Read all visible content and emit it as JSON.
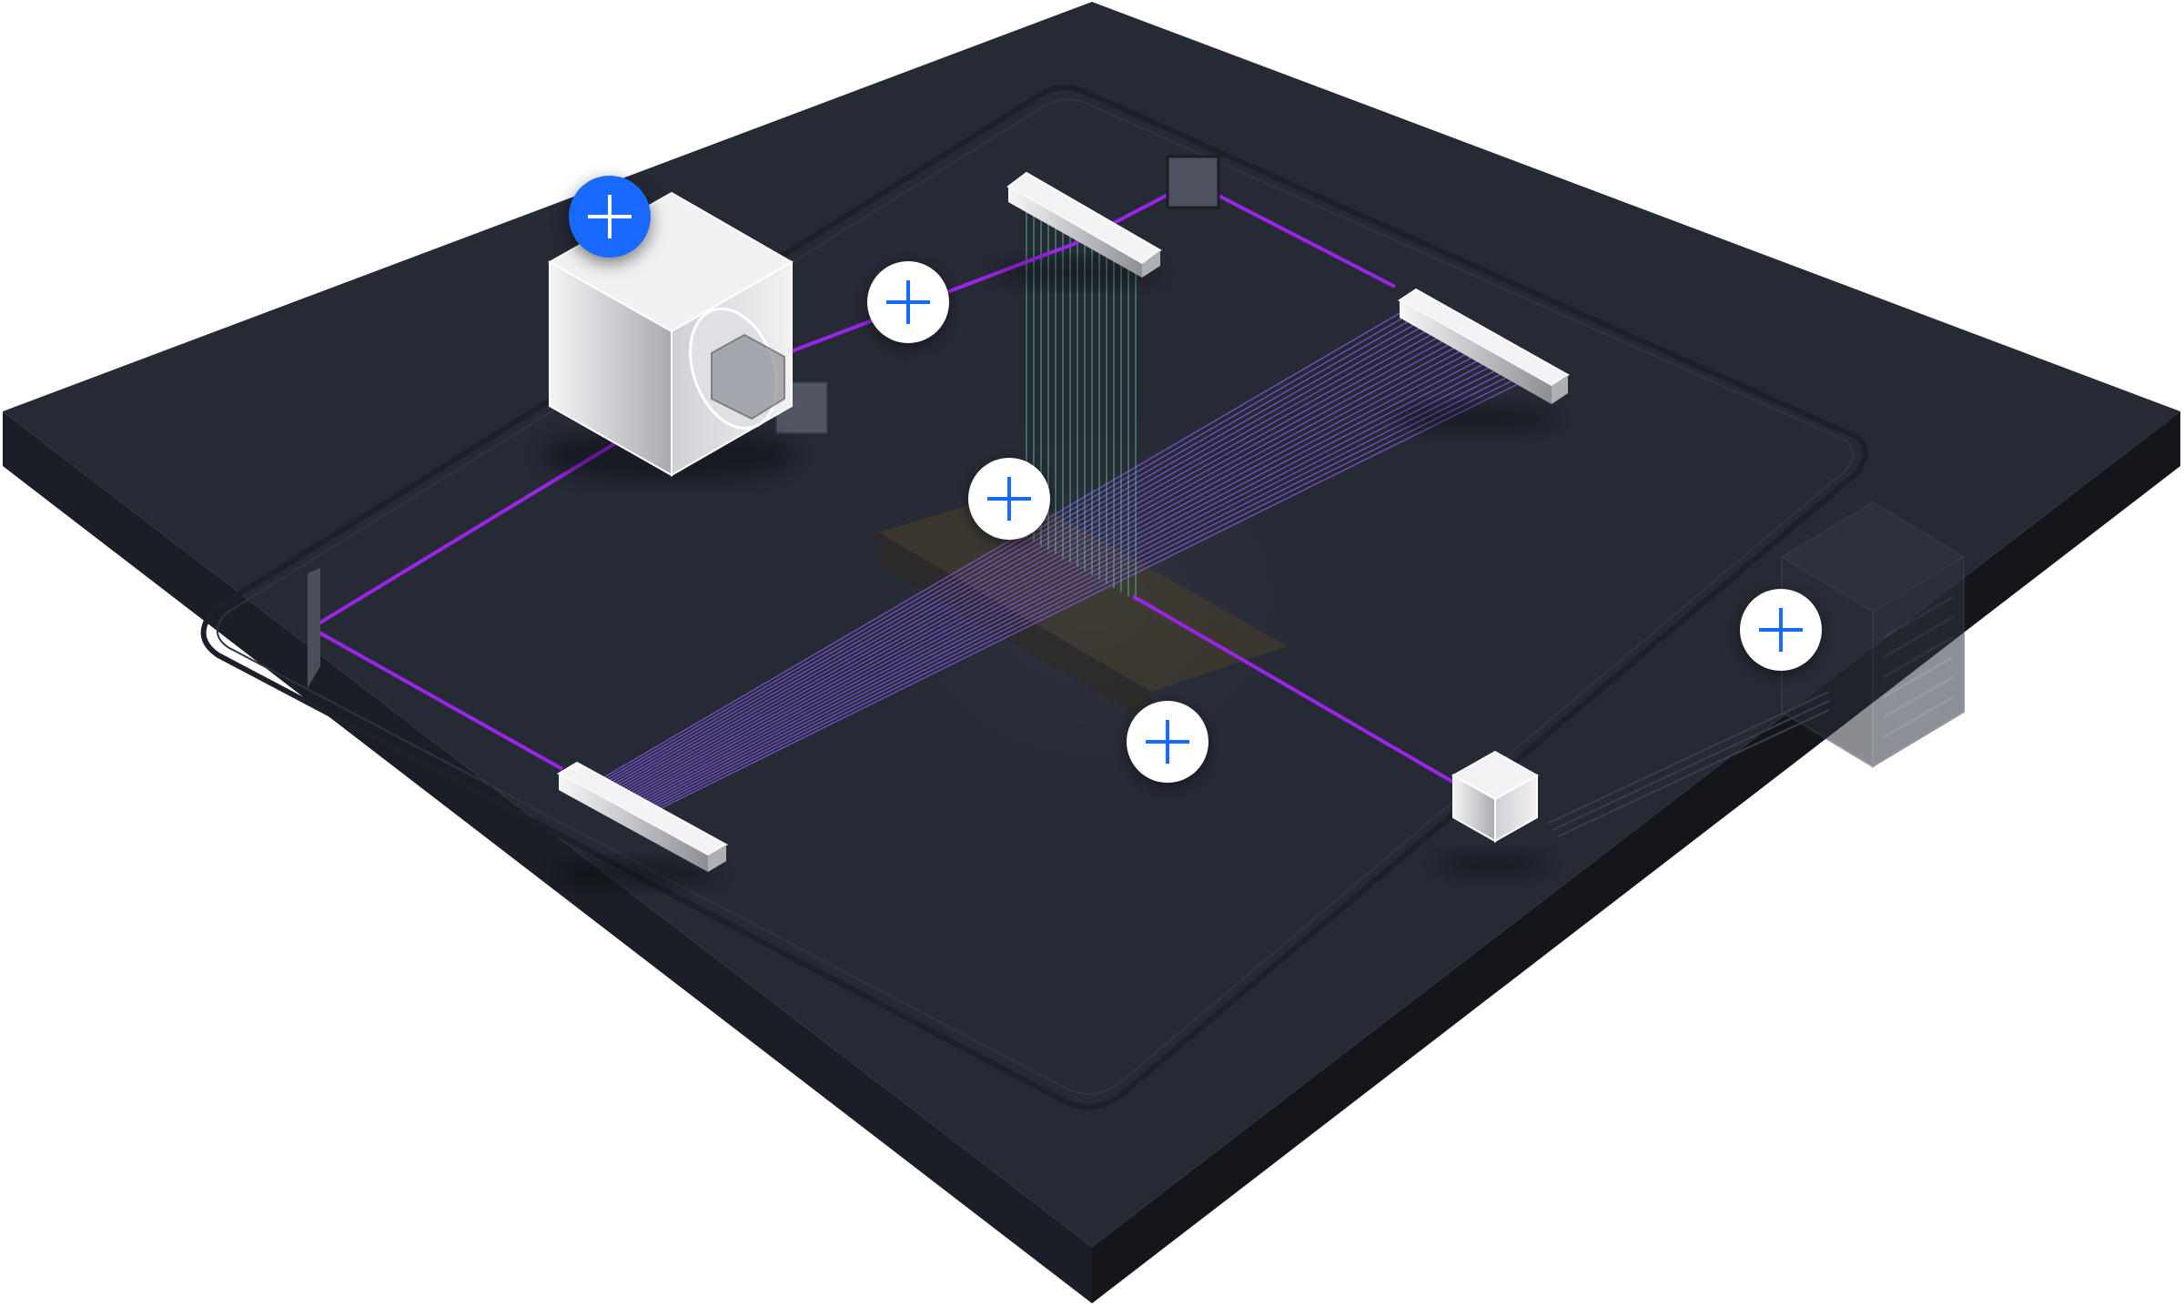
{
  "colors": {
    "accent": "#1769ff",
    "floor": "#262a35",
    "floor_side": "#181b22",
    "beam": "#9a24e8",
    "beam_fan": "#8a5cf0",
    "beam_fan_green": "#5fc79a",
    "component": "#d9dadd"
  },
  "hotspots": [
    {
      "id": "hotspot-laser-source",
      "icon": "plus-icon",
      "active": true
    },
    {
      "id": "hotspot-beam-path",
      "icon": "plus-icon",
      "active": false
    },
    {
      "id": "hotspot-beam-intersection",
      "icon": "plus-icon",
      "active": false
    },
    {
      "id": "hotspot-sample-stage",
      "icon": "plus-icon",
      "active": false
    },
    {
      "id": "hotspot-server-rack",
      "icon": "plus-icon",
      "active": false
    }
  ]
}
